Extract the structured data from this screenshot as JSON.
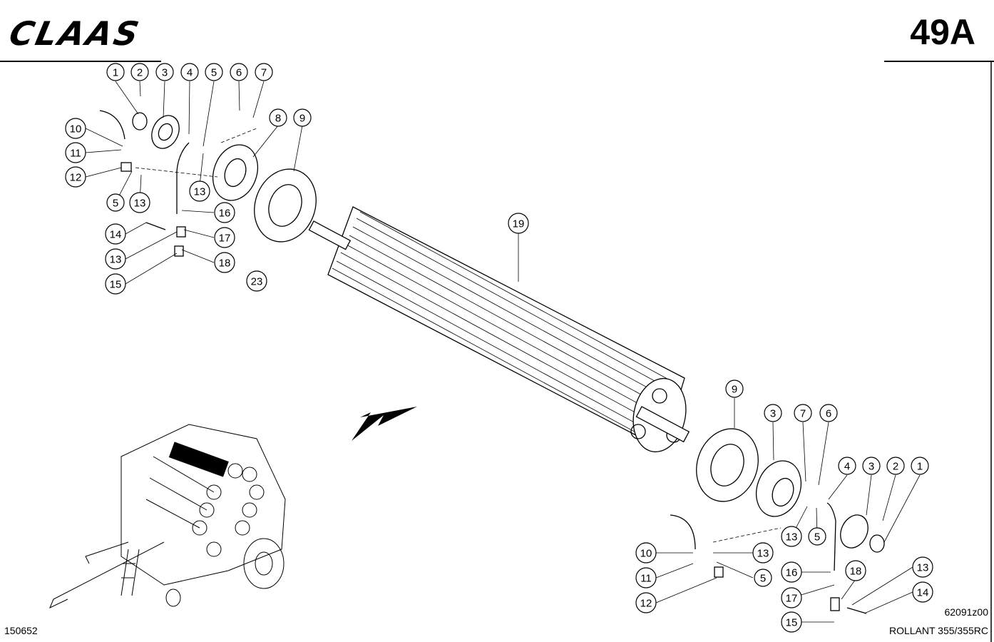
{
  "header": {
    "brand": "CLAAS",
    "page_number": "49A"
  },
  "footer": {
    "left_code": "150652",
    "drawing_code": "62091z00",
    "model": "ROLLANT 355/355RC"
  },
  "callouts": {
    "c1a": "1",
    "c2a": "2",
    "c3a": "3",
    "c4a": "4",
    "c5a": "5",
    "c6a": "6",
    "c7a": "7",
    "c8a": "8",
    "c9a": "9",
    "c10a": "10",
    "c11a": "11",
    "c12a": "12",
    "c5b": "5",
    "c13a": "13",
    "c13b": "13",
    "c16a": "16",
    "c14a": "14",
    "c17a": "17",
    "c13c": "13",
    "c18a": "18",
    "c15a": "15",
    "c23": "23",
    "c19": "19",
    "c9b": "9",
    "c3b": "3",
    "c7b": "7",
    "c6b": "6",
    "c4b": "4",
    "c3c": "3",
    "c2b": "2",
    "c1b": "1",
    "c13d": "13",
    "c5c": "5",
    "c10b": "10",
    "c13e": "13",
    "c11b": "11",
    "c5d": "5",
    "c16b": "16",
    "c18b": "18",
    "c13f": "13",
    "c12b": "12",
    "c17b": "17",
    "c14b": "14",
    "c15b": "15"
  }
}
